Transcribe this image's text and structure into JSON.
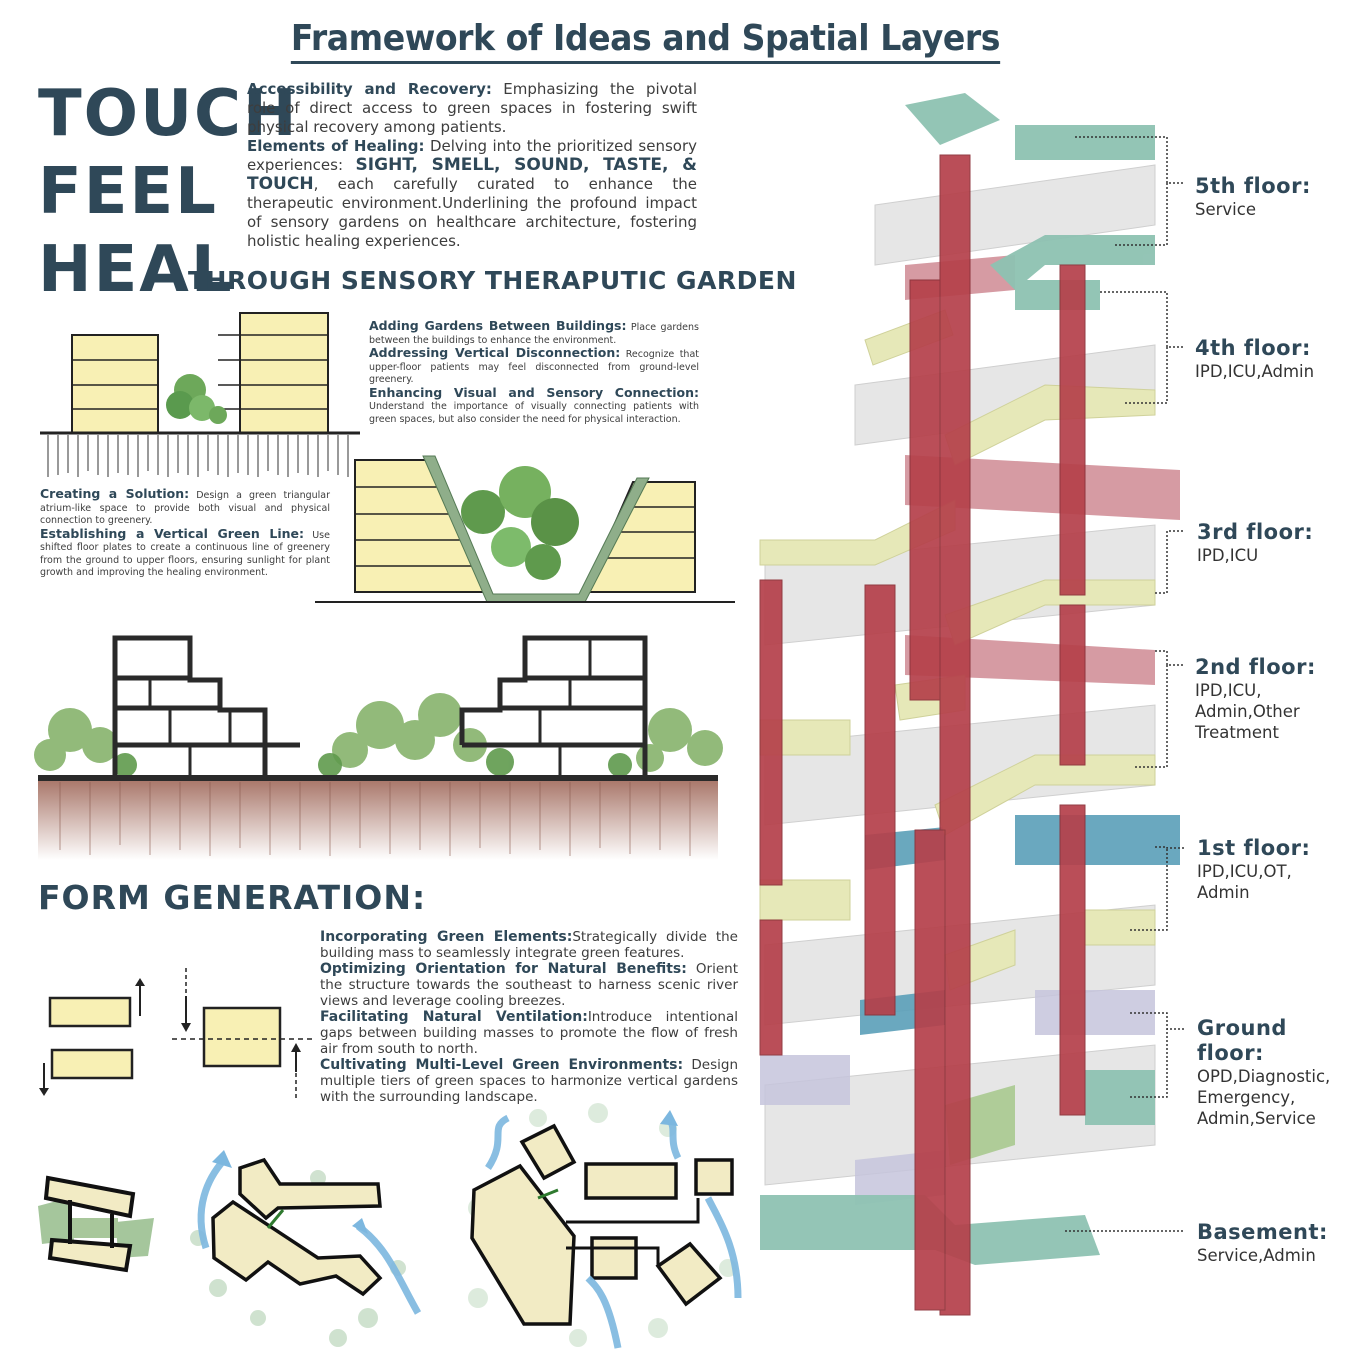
{
  "title": "Framework of Ideas and Spatial Layers",
  "hero": {
    "words": [
      "TOUCH",
      "FEEL",
      "HEAL"
    ],
    "subtitle": "THROUGH SENSORY THERAPUTIC GARDEN"
  },
  "intro": {
    "p1_head": "Accessibility and Recovery:",
    "p1_text": " Emphasizing the pivotal role of direct access to green spaces in fostering swift physical recovery among patients.",
    "p2_head": "Elements of Healing:",
    "p2_text1": " Delving into the prioritized sensory experiences: ",
    "p2_senses": "SIGHT, SMELL, SOUND, TASTE, & TOUCH",
    "p2_text2": ", each carefully curated to enhance the therapeutic environment.Underlining the profound impact of sensory gardens on healthcare architecture, fostering holistic healing experiences."
  },
  "notes_right": [
    {
      "head": "Adding Gardens Between Buildings:",
      "text": " Place gardens between the buildings to enhance the environment."
    },
    {
      "head": "Addressing Vertical Disconnection:",
      "text": " Recognize that upper-floor patients may feel disconnected from ground-level greenery."
    },
    {
      "head": "Enhancing Visual and Sensory Connection:",
      "text": " Understand the importance of visually connecting patients with green spaces, but also consider the need for physical interaction."
    }
  ],
  "notes_left": [
    {
      "head": "Creating a Solution:",
      "text": " Design a green triangular atrium-like space to provide both visual and physical connection to greenery."
    },
    {
      "head": "Establishing a Vertical Green Line:",
      "text": " Use shifted floor plates to create a continuous line of greenery from the ground to upper floors, ensuring sunlight for plant growth and improving the healing environment."
    }
  ],
  "form_generation": {
    "title": "FORM GENERATION:",
    "items": [
      {
        "head": "Incorporating Green Elements:",
        "text": "Strategically divide the building mass to seamlessly integrate green features."
      },
      {
        "head": "Optimizing Orientation for Natural Benefits:",
        "text": " Orient the structure towards the southeast to harness scenic river views and leverage cooling breezes."
      },
      {
        "head": "Facilitating Natural Ventilation:",
        "text": "Introduce intentional gaps between building masses to promote the flow of fresh air from south to north."
      },
      {
        "head": "Cultivating Multi-Level Green Environments:",
        "text": " Design multiple tiers of green spaces to harmonize vertical gardens with the surrounding landscape."
      }
    ]
  },
  "floors": [
    {
      "name": "5th floor:",
      "desc": "Service"
    },
    {
      "name": "4th floor:",
      "desc": "IPD,ICU,Admin"
    },
    {
      "name": "3rd floor:",
      "desc": "IPD,ICU"
    },
    {
      "name": "2nd floor:",
      "desc": "IPD,ICU,\nAdmin,Other\nTreatment"
    },
    {
      "name": "1st floor:",
      "desc": "IPD,ICU,OT,\nAdmin"
    },
    {
      "name": "Ground\nfloor:",
      "desc": "OPD,Diagnostic,\nEmergency,\nAdmin,Service"
    },
    {
      "name": "Basement:",
      "desc": "Service,Admin"
    }
  ],
  "colors": {
    "heading": "#2f4858",
    "column": "#b5404a",
    "plate_yellow": "#e6e8b8",
    "plate_teal": "#8ec2b2",
    "plate_pink": "#cf8a93",
    "plate_blue": "#5a9fb8",
    "plate_lilac": "#d8d2e2",
    "plate_green": "#a9c98f",
    "sketch_fill": "#f8f0b4"
  }
}
